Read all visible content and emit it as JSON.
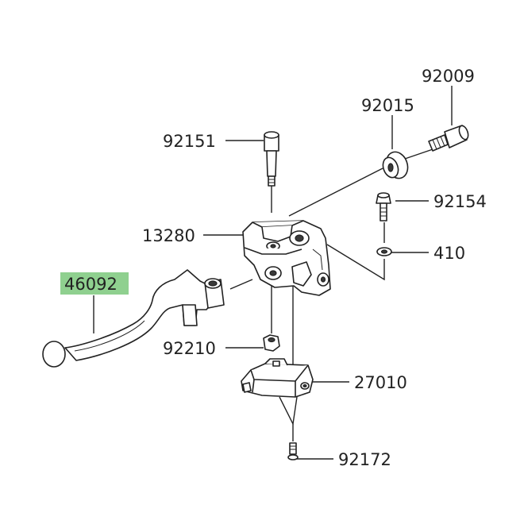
{
  "parts": [
    {
      "id": "p92009",
      "number": "92009"
    },
    {
      "id": "p92015",
      "number": "92015"
    },
    {
      "id": "p92151",
      "number": "92151"
    },
    {
      "id": "p92154",
      "number": "92154"
    },
    {
      "id": "p13280",
      "number": "13280"
    },
    {
      "id": "p410",
      "number": "410"
    },
    {
      "id": "p46092",
      "number": "46092",
      "highlighted": true
    },
    {
      "id": "p92210",
      "number": "92210"
    },
    {
      "id": "p27010",
      "number": "27010"
    },
    {
      "id": "p92172",
      "number": "92172"
    }
  ],
  "colors": {
    "highlight": "#8fd08f",
    "line": "#222222",
    "background": "#ffffff"
  }
}
